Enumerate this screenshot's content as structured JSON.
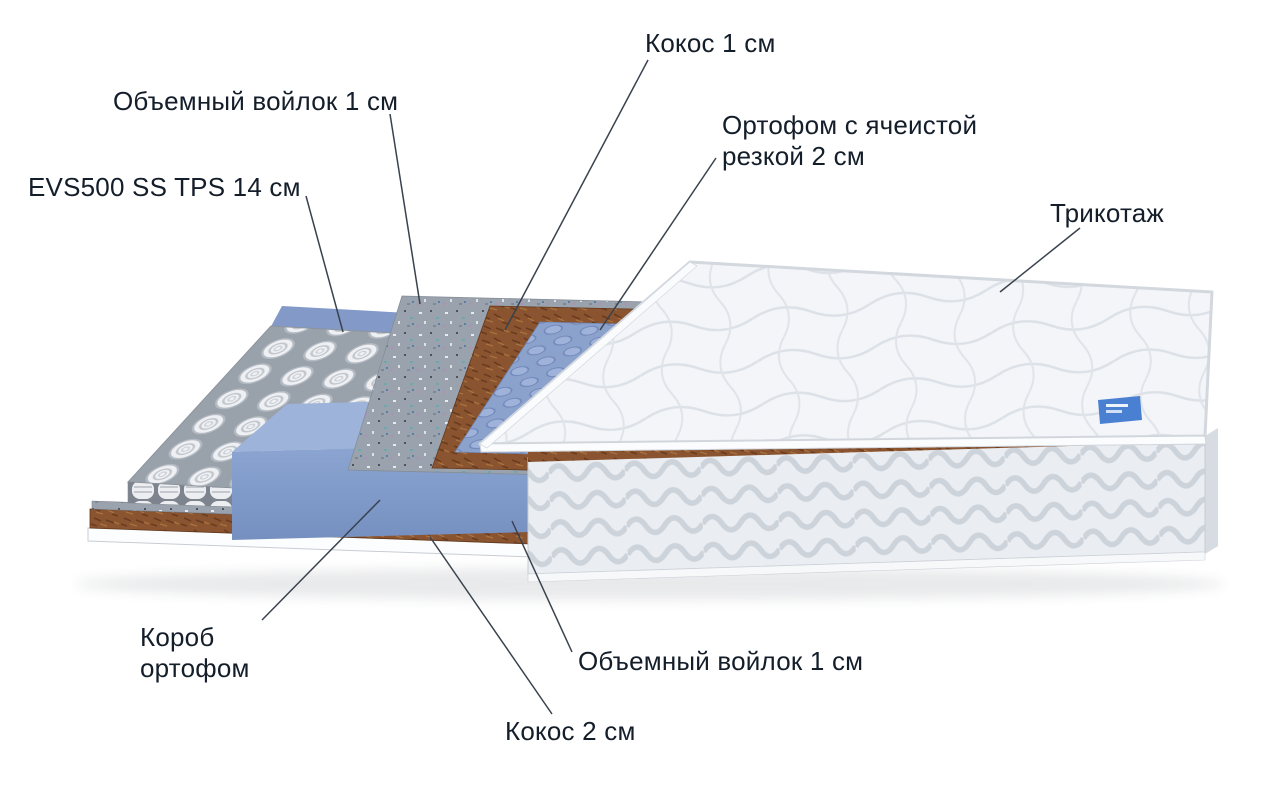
{
  "diagram": {
    "labels": [
      {
        "id": "coconut-top",
        "text": "Кокос 1 см"
      },
      {
        "id": "felt-top",
        "text": "Объемный войлок 1 см"
      },
      {
        "id": "springs",
        "text": "EVS500 SS TPS 14 см"
      },
      {
        "id": "orthofoam-cellular",
        "text": "Ортофом с ячеистой резкой 2 см"
      },
      {
        "id": "knit-cover",
        "text": "Трикотаж"
      },
      {
        "id": "orthofoam-box",
        "text": "Короб ортофом"
      },
      {
        "id": "felt-bottom",
        "text": "Объемный войлок 1 см"
      },
      {
        "id": "coconut-bottom",
        "text": "Кокос 2 см"
      }
    ],
    "colors": {
      "background": "#ffffff",
      "text": "#141e2a",
      "leader_line": "#39424e",
      "coir_brown": "#8a5430",
      "foam_blue": "#7e99c8",
      "felt_gray": "#9aa3ad",
      "knit_white": "#f3f5f8",
      "side_quilt_gray": "#e9edf1",
      "tag_blue": "#4a80d2"
    }
  }
}
